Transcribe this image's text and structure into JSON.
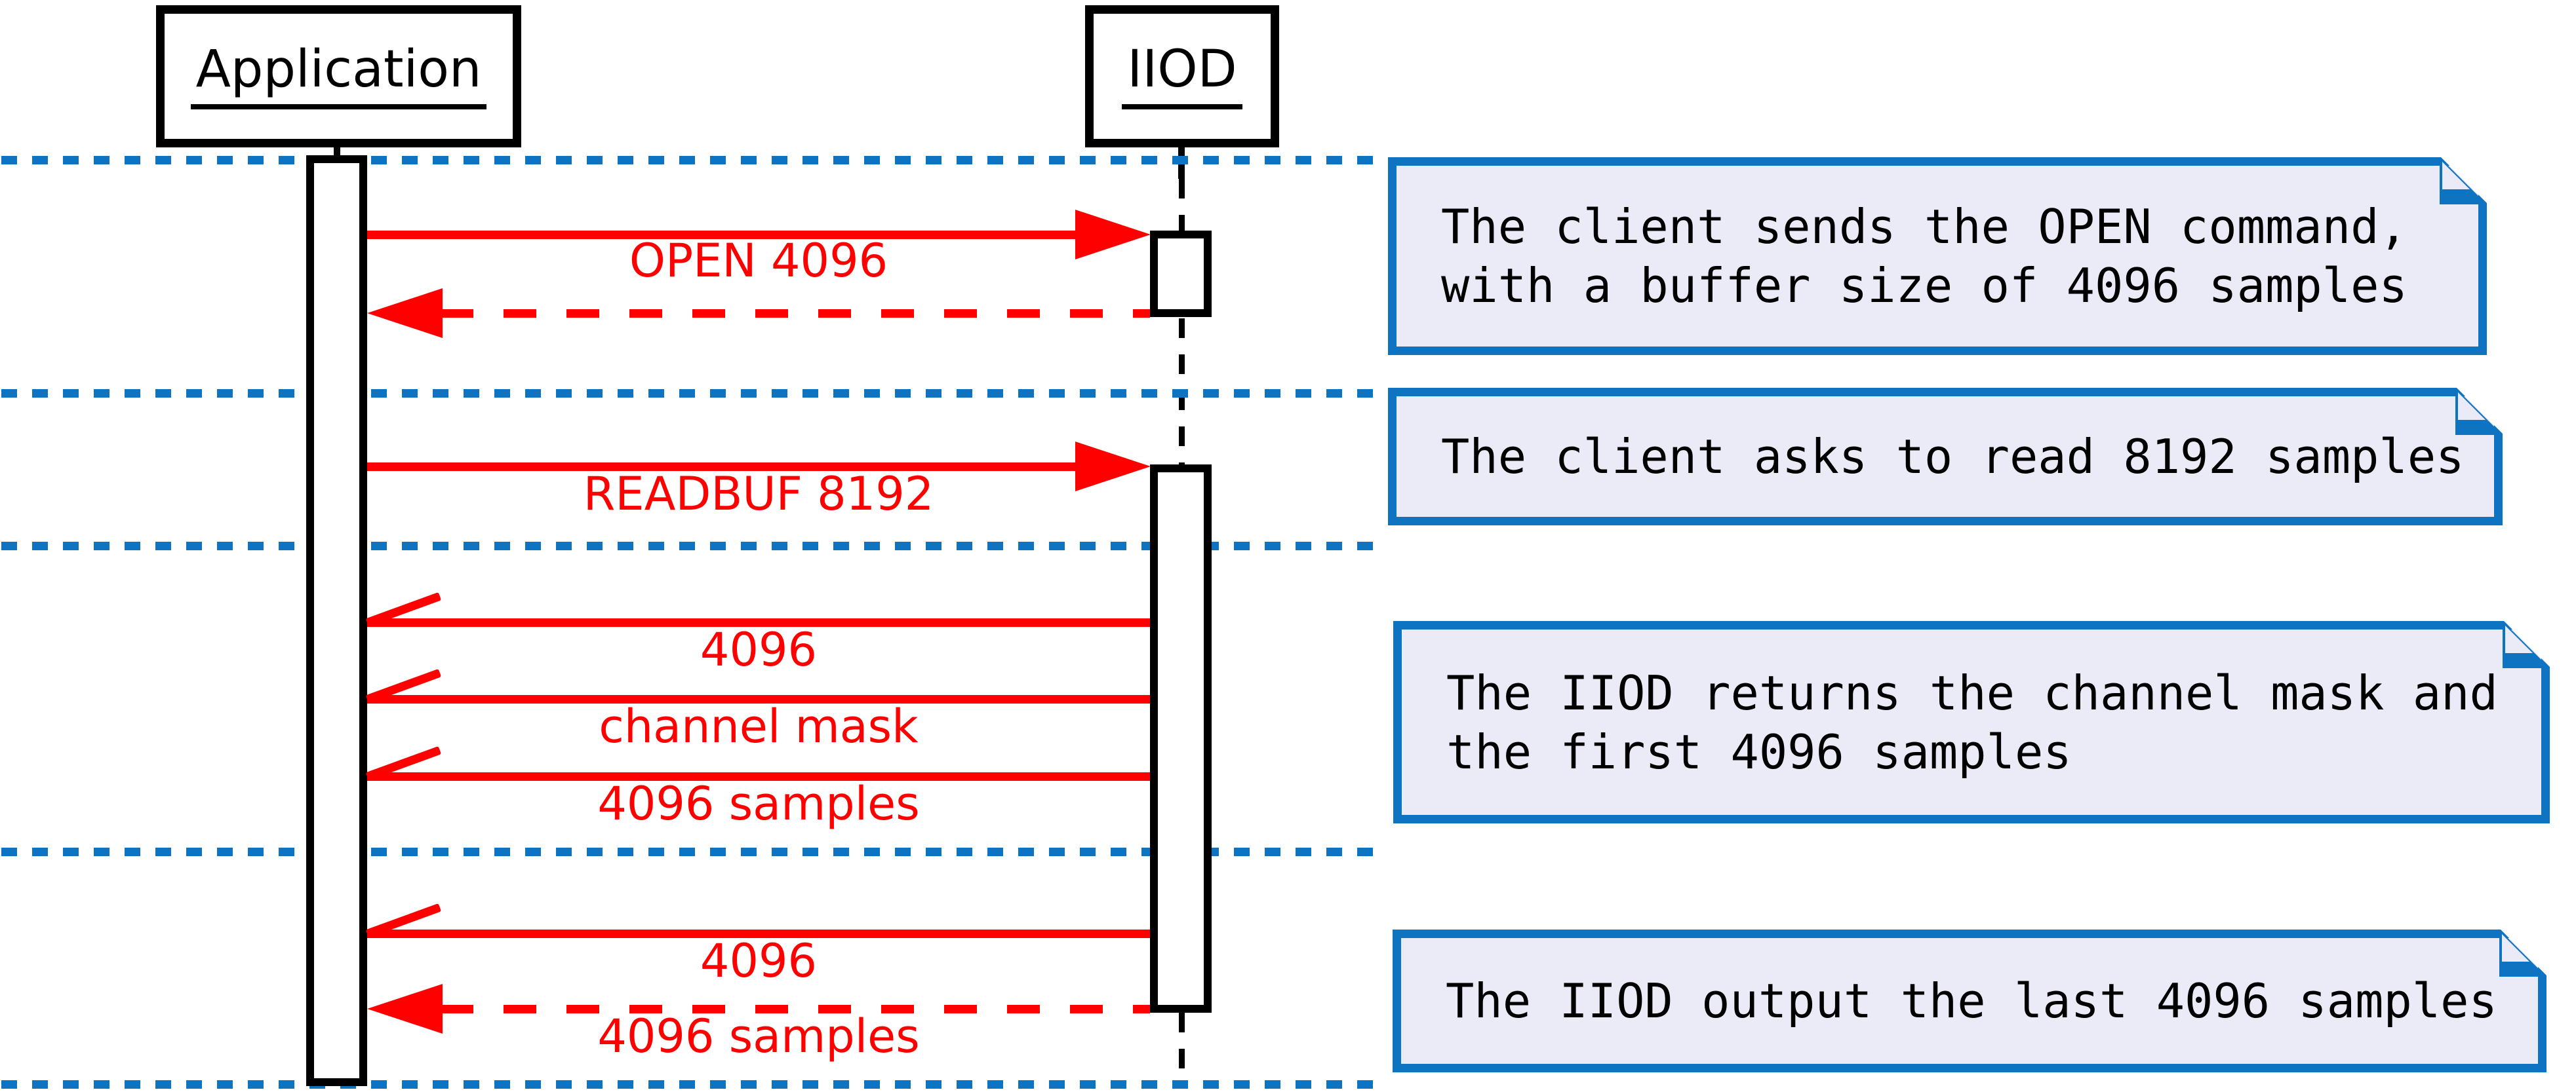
{
  "participants": [
    {
      "label": "Application"
    },
    {
      "label": "IIOD"
    }
  ],
  "messages": [
    {
      "label": "OPEN 4096",
      "from": "Application",
      "to": "IIOD",
      "style": "solid-filled-arrow"
    },
    {
      "label": "",
      "from": "IIOD",
      "to": "Application",
      "style": "dashed-filled-arrow"
    },
    {
      "label": "READBUF 8192",
      "from": "Application",
      "to": "IIOD",
      "style": "solid-filled-arrow"
    },
    {
      "label": "4096",
      "from": "IIOD",
      "to": "Application",
      "style": "solid-half-arrow"
    },
    {
      "label": "channel mask",
      "from": "IIOD",
      "to": "Application",
      "style": "solid-half-arrow"
    },
    {
      "label": "4096 samples",
      "from": "IIOD",
      "to": "Application",
      "style": "solid-half-arrow"
    },
    {
      "label": "4096",
      "from": "IIOD",
      "to": "Application",
      "style": "solid-half-arrow"
    },
    {
      "label": "4096 samples",
      "from": "IIOD",
      "to": "Application",
      "style": "dashed-filled-arrow"
    }
  ],
  "notes": [
    {
      "lines": [
        "The client sends the OPEN command,",
        "with a buffer size of 4096 samples"
      ]
    },
    {
      "lines": [
        "The client asks to read 8192 samples"
      ]
    },
    {
      "lines": [
        "The IIOD returns the channel mask and",
        "the first 4096 samples"
      ]
    },
    {
      "lines": [
        "The IIOD output the last 4096 samples"
      ]
    }
  ],
  "colors": {
    "message_red": "#ff0000",
    "separator_blue": "#0e74c2",
    "note_border_blue": "#0e74c2",
    "note_fill": "#ebebf7",
    "lifeline_black": "#000000",
    "background": "#ffffff"
  }
}
